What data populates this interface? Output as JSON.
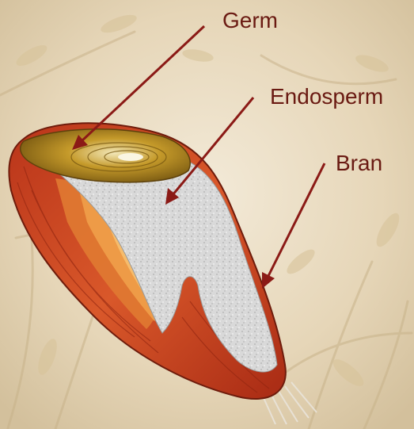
{
  "labels": {
    "germ": "Germ",
    "endosperm": "Endosperm",
    "bran": "Bran"
  },
  "colors": {
    "label_text": "#6a1a12",
    "arrow": "#8b1a16",
    "bran": "#c9431f",
    "endosperm": "#dcdcdc",
    "germ": "#b58a23",
    "background": "#e8dcc6"
  }
}
